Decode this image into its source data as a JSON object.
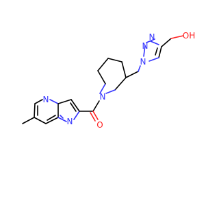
{
  "molecule": {
    "atoms": {
      "n_imidazopyridine_bridge": "N",
      "n_imidazopyridine_ring": "N",
      "n_piperidine": "N",
      "o_carbonyl": "O",
      "n_triazole_1": "N",
      "n_triazole_2": "N",
      "n_triazole_3": "N",
      "o_hydroxyl": "OH"
    }
  },
  "colors": {
    "carbon_bond": "#000000",
    "nitrogen": "#3333ff",
    "oxygen": "#ff2020"
  }
}
